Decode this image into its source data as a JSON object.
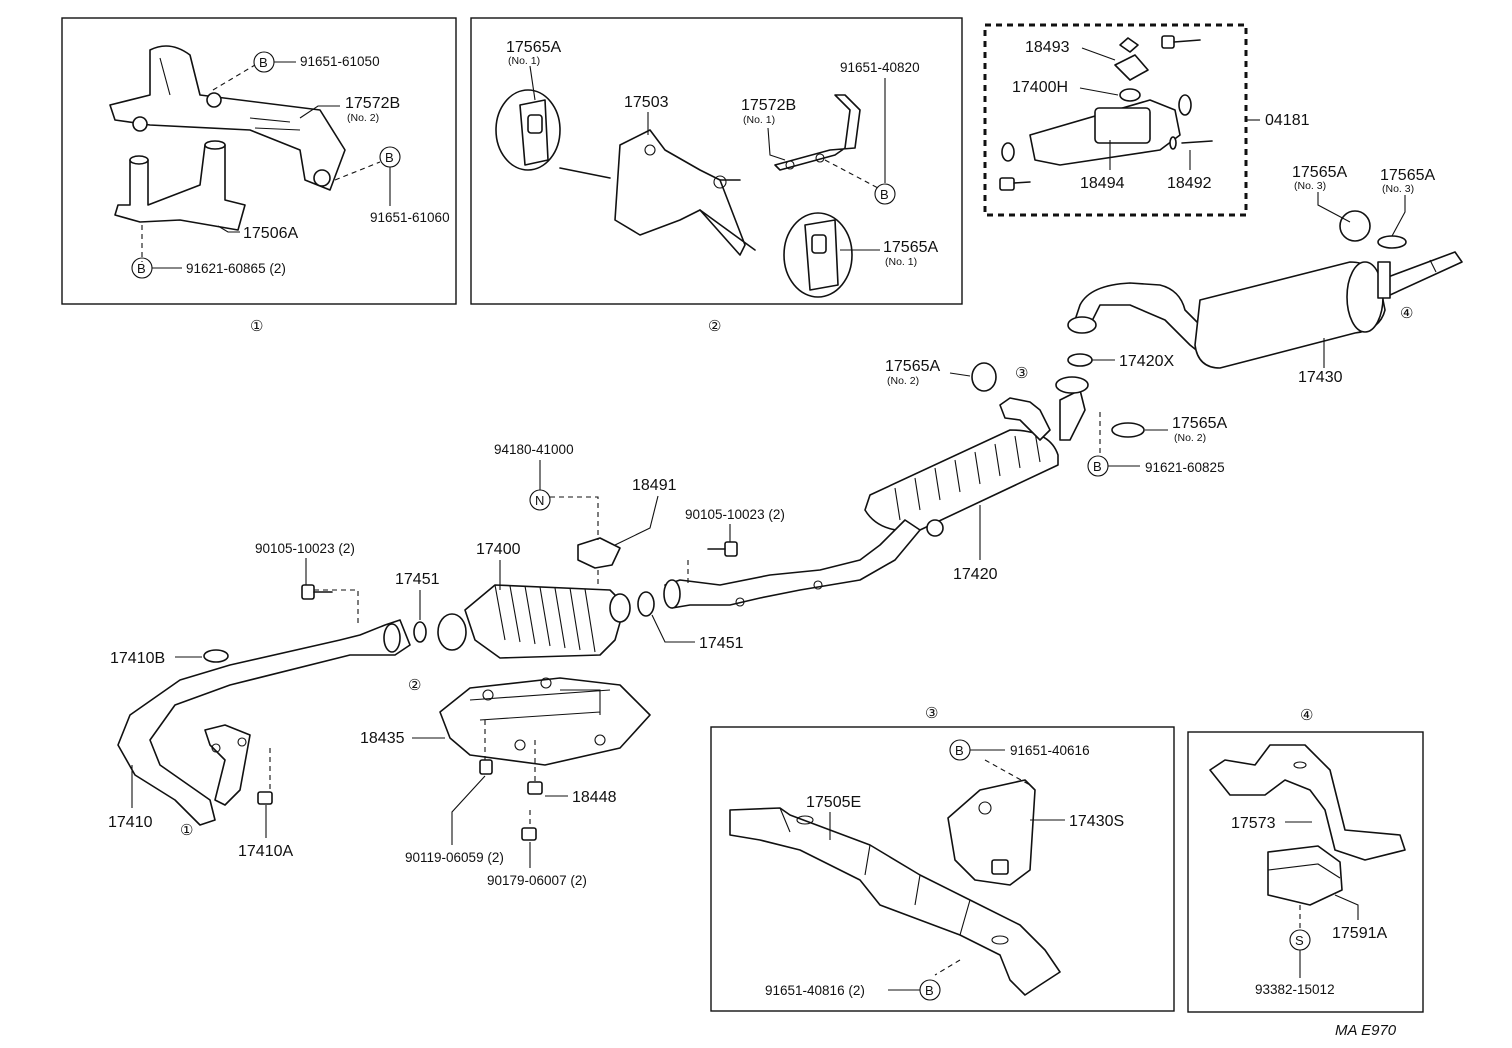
{
  "diagram_code": "MA E970",
  "panels": {
    "p1": {
      "label": "①",
      "callouts": [
        {
          "id": "b1",
          "mark": "B",
          "part": "91651-61050"
        },
        {
          "id": "a1",
          "part": "17572B",
          "note": "(No. 2)"
        },
        {
          "id": "b2",
          "mark": "B",
          "part": "91651-61060"
        },
        {
          "id": "a2",
          "part": "17506A"
        },
        {
          "id": "b3",
          "mark": "B",
          "part": "91621-60865 (2)"
        }
      ]
    },
    "p2": {
      "label": "②",
      "callouts": [
        {
          "id": "a1",
          "part": "17565A",
          "note": "(No. 1)"
        },
        {
          "id": "a2",
          "part": "17503"
        },
        {
          "id": "a3",
          "part": "17572B",
          "note": "(No. 1)"
        },
        {
          "id": "a4",
          "part": "91651-40820"
        },
        {
          "id": "b1",
          "mark": "B"
        },
        {
          "id": "a5",
          "part": "17565A",
          "note": "(No. 1)"
        }
      ]
    },
    "p3": {
      "label": "③",
      "callouts": [
        {
          "id": "b1",
          "mark": "B",
          "part": "91651-40616"
        },
        {
          "id": "a1",
          "part": "17505E"
        },
        {
          "id": "a2",
          "part": "17430S"
        },
        {
          "id": "b2",
          "mark": "B",
          "part": "91651-40816 (2)"
        }
      ]
    },
    "p4": {
      "label": "④",
      "callouts": [
        {
          "id": "a1",
          "part": "17573"
        },
        {
          "id": "a2",
          "part": "17591A"
        },
        {
          "id": "s1",
          "mark": "S",
          "part": "93382-15012"
        }
      ]
    },
    "sensor_box": {
      "callouts": [
        {
          "id": "a1",
          "part": "18493"
        },
        {
          "id": "a2",
          "part": "17400H"
        },
        {
          "id": "a3",
          "part": "04181"
        },
        {
          "id": "a4",
          "part": "18494"
        },
        {
          "id": "a5",
          "part": "18492"
        }
      ]
    }
  },
  "main": {
    "callouts": [
      {
        "id": "c1",
        "part": "17565A",
        "note": "(No. 3)"
      },
      {
        "id": "c2",
        "part": "17565A",
        "note": "(No. 3)"
      },
      {
        "id": "c3",
        "part": "17430"
      },
      {
        "id": "c4",
        "part": "17420X"
      },
      {
        "id": "c5",
        "part": "17565A",
        "note": "(No. 2)"
      },
      {
        "id": "c6",
        "part": "17565A",
        "note": "(No. 2)"
      },
      {
        "id": "c7",
        "mark": "B",
        "part": "91621-60825"
      },
      {
        "id": "c8",
        "part": "17420"
      },
      {
        "id": "c9",
        "part": "94180-41000"
      },
      {
        "id": "c10",
        "mark": "N"
      },
      {
        "id": "c11",
        "part": "18491"
      },
      {
        "id": "c12",
        "part": "90105-10023 (2)"
      },
      {
        "id": "c13",
        "part": "90105-10023 (2)"
      },
      {
        "id": "c14",
        "part": "17400"
      },
      {
        "id": "c15",
        "part": "17451"
      },
      {
        "id": "c16",
        "part": "17451"
      },
      {
        "id": "c17",
        "part": "17410B"
      },
      {
        "id": "c18",
        "part": "18435"
      },
      {
        "id": "c19",
        "part": "18448"
      },
      {
        "id": "c20",
        "part": "90119-06059 (2)"
      },
      {
        "id": "c21",
        "part": "90179-06007 (2)"
      },
      {
        "id": "c22",
        "part": "17410"
      },
      {
        "id": "c23",
        "part": "17410A"
      }
    ],
    "section_refs": [
      "①",
      "②",
      "③",
      "④"
    ]
  }
}
